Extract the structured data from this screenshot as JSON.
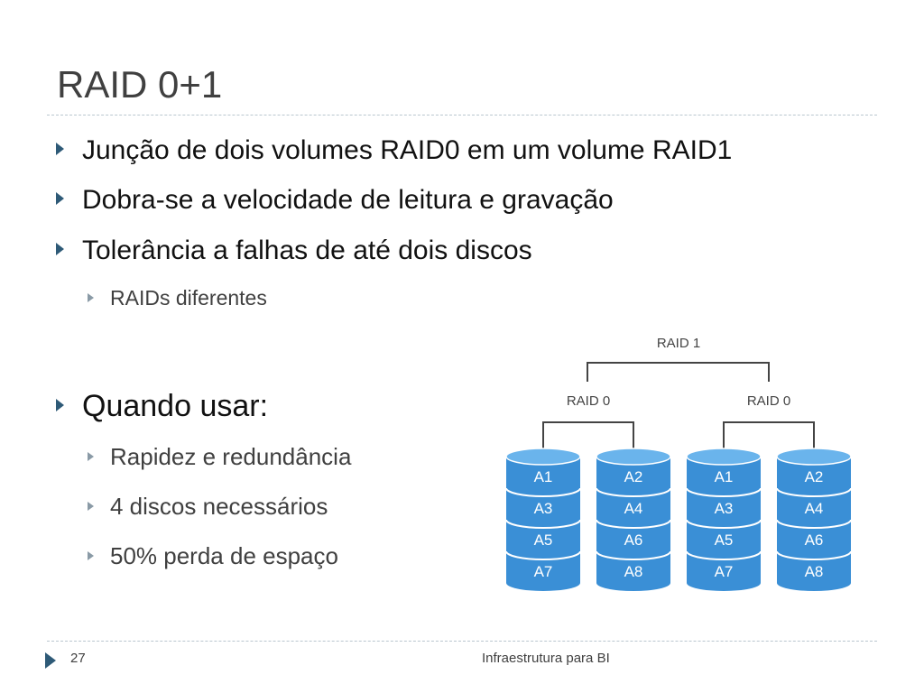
{
  "slide": {
    "title": "RAID 0+1",
    "bullets": [
      "Junção de dois volumes RAID0 em um volume RAID1",
      "Dobra-se a velocidade de leitura e gravação",
      "Tolerância a falhas de até dois discos"
    ],
    "sub_bullet_tolerance": "RAIDs diferentes",
    "when_heading": "Quando usar:",
    "when_items": [
      "Rapidez e redundância",
      "4 discos necessários",
      "50% perda de espaço"
    ]
  },
  "diagram": {
    "top_label": "RAID 1",
    "group_labels": [
      "RAID 0",
      "RAID 0"
    ],
    "disks": [
      [
        "A1",
        "A3",
        "A5",
        "A7"
      ],
      [
        "A2",
        "A4",
        "A6",
        "A8"
      ],
      [
        "A1",
        "A3",
        "A5",
        "A7"
      ],
      [
        "A2",
        "A4",
        "A6",
        "A8"
      ]
    ],
    "disk_color": "#3a8fd6",
    "disk_top_color": "#6ab4ec"
  },
  "footer": {
    "page_number": "27",
    "text": "Infraestrutura para BI"
  }
}
